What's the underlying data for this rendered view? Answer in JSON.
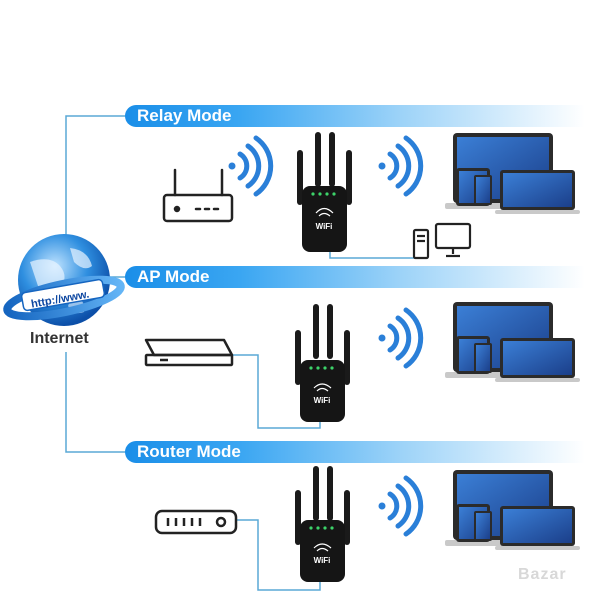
{
  "modes": [
    {
      "label": "Relay Mode"
    },
    {
      "label": "AP Mode"
    },
    {
      "label": "Router Mode"
    }
  ],
  "internet": {
    "label": "Internet",
    "url_label": "http://www."
  },
  "device": {
    "brand_label": "WiFi"
  },
  "watermark": "Bazar",
  "colors": {
    "accent_blue": "#1a8ee8",
    "wifi_wave": "#2a7fd8",
    "line": "#5aa9d6"
  }
}
